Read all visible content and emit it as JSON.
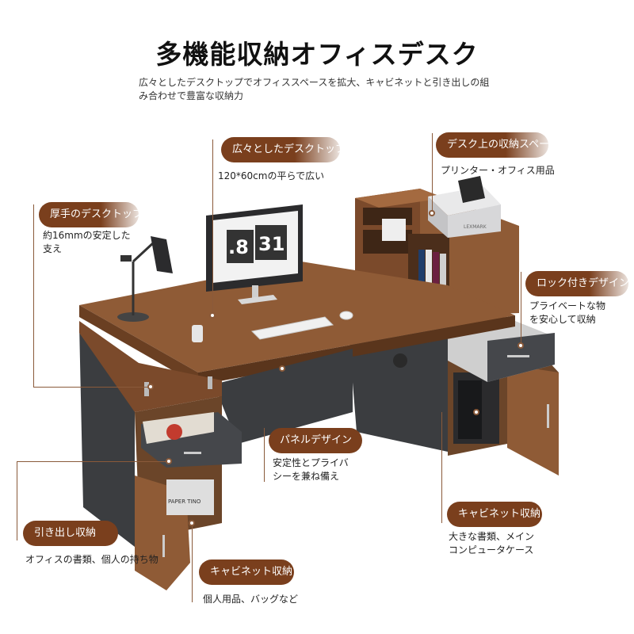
{
  "header": {
    "title": "多機能収納オフィスデスク",
    "subtitle_line1": "広々としたデスクトップでオフィススペースを拡大、キャビネットと引き出しの組",
    "subtitle_line2": "み合わせで豊富な収納力"
  },
  "monitor": {
    "clock_left": ".8",
    "clock_right": "31"
  },
  "printer": {
    "brand": "LEXMARK"
  },
  "books": {
    "label": "PAPER TINO"
  },
  "callouts": {
    "wide_desk": {
      "label": "広々としたデスクトップ",
      "desc": "120*60cmの平らで広い"
    },
    "desk_storage": {
      "label": "デスク上の収納スペース",
      "desc": "プリンター・オフィス用品"
    },
    "thick_top": {
      "label": "厚手のデスクトップ",
      "desc_line1": "約16mmの安定した",
      "desc_line2": "支え"
    },
    "lock_design": {
      "label": "ロック付きデザイン",
      "desc_line1": "プライベートな物",
      "desc_line2": "を安心して収納"
    },
    "panel_design": {
      "label": "パネルデザイン",
      "desc_line1": "安定性とプライバ",
      "desc_line2": "シーを兼ね備え"
    },
    "cabinet_right": {
      "label": "キャビネット収納",
      "desc_line1": "大きな書類、メイン",
      "desc_line2": "コンピュータケース"
    },
    "drawer": {
      "label": "引き出し収納",
      "desc": "オフィスの書類、個人の持ち物"
    },
    "cabinet_left": {
      "label": "キャビネット収納",
      "desc": "個人用品、バッグなど"
    }
  },
  "colors": {
    "accent": "#7a3f1d",
    "wood": "#8f5b36",
    "dark_panel": "#3b3d40"
  }
}
